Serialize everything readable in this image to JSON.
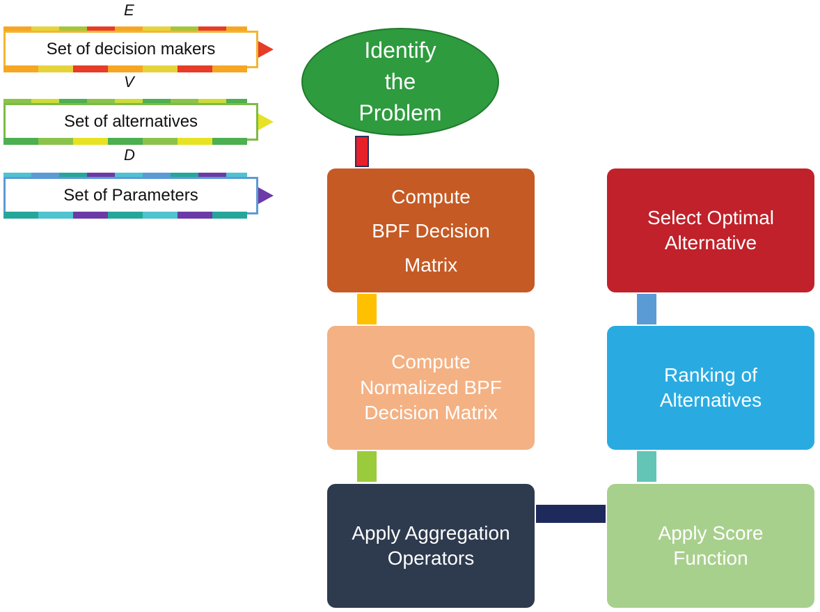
{
  "inputs": [
    {
      "symbol": "E",
      "label": "Set of decision makers",
      "accent": "#e63c28"
    },
    {
      "symbol": "V",
      "label": "Set of alternatives",
      "accent": "#e8e224"
    },
    {
      "symbol": "D",
      "label": "Set of Parameters",
      "accent": "#6c3aa6"
    }
  ],
  "start": {
    "label": "Identify\nthe\nProblem",
    "color": "#2e9b3e"
  },
  "steps": [
    {
      "label": "Compute\nBPF Decision\nMatrix",
      "color": "#c55a24"
    },
    {
      "label": "Compute\nNormalized BPF\nDecision Matrix",
      "color": "#f4b183"
    },
    {
      "label": "Apply Aggregation\nOperators",
      "color": "#2e3a4e"
    },
    {
      "label": "Apply Score\nFunction",
      "color": "#a8d08d"
    },
    {
      "label": "Ranking of\nAlternatives",
      "color": "#29abe2"
    },
    {
      "label": "Select Optimal\nAlternative",
      "color": "#c0212a"
    }
  ],
  "connector_colors": [
    "#e8202a",
    "#ffc000",
    "#9acb3c",
    "#1f2a5c",
    "#62c5b6",
    "#5b9bd5"
  ]
}
